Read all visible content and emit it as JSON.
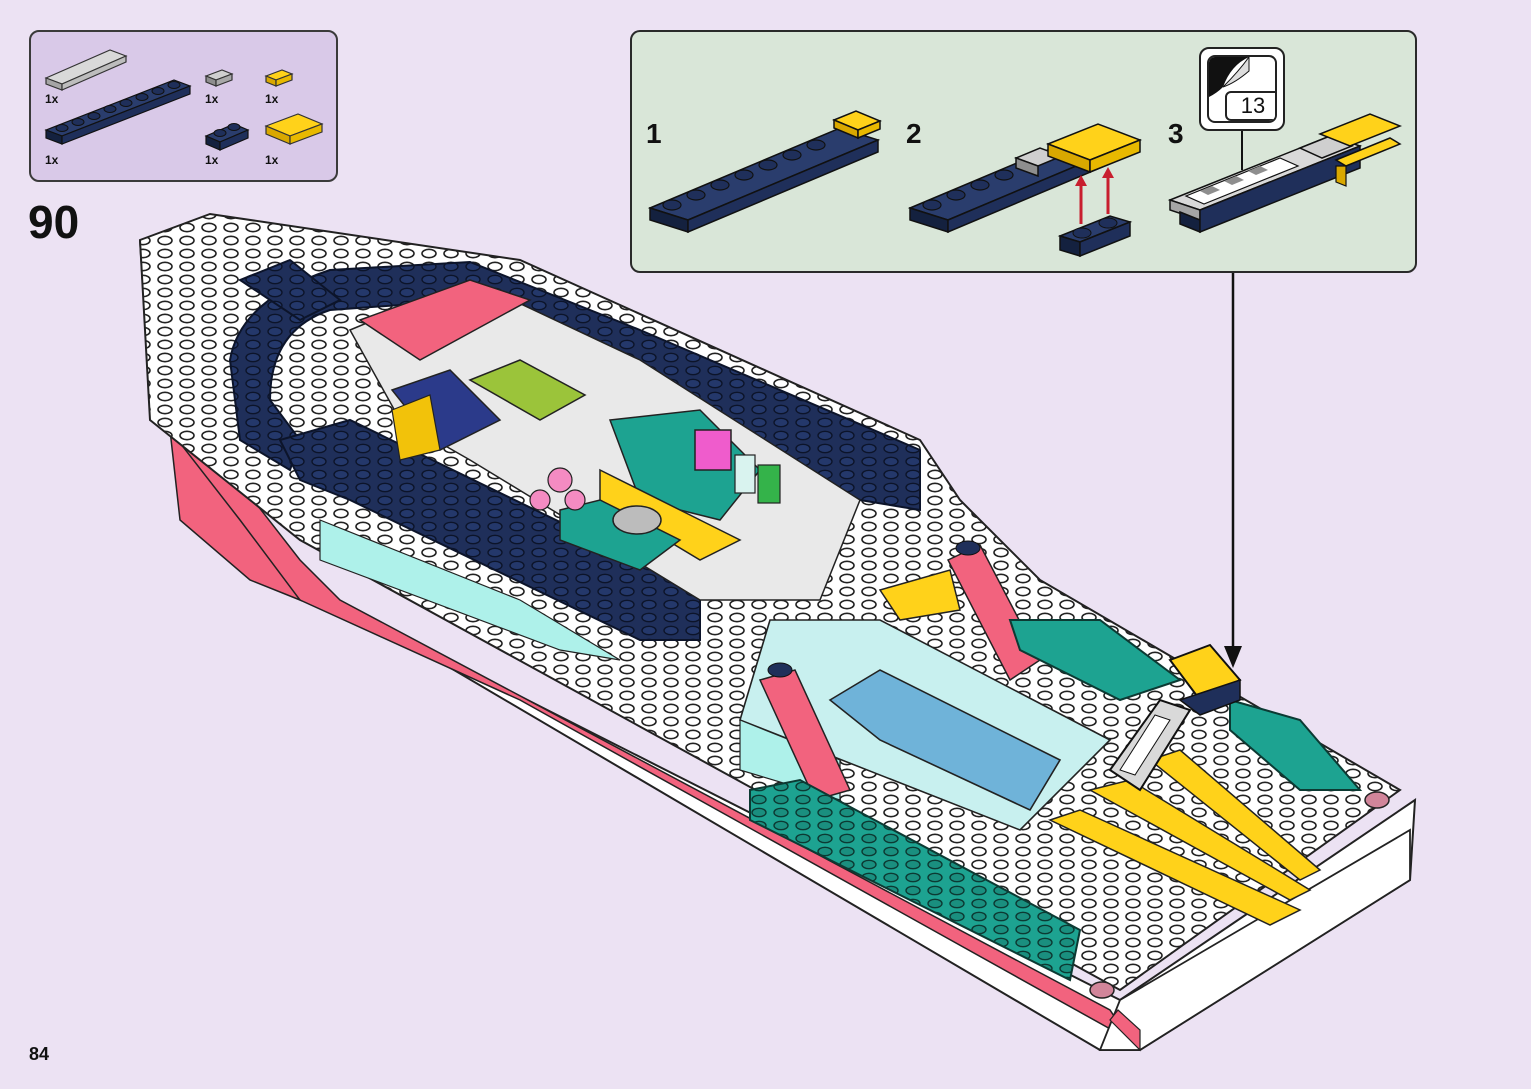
{
  "parts": [
    {
      "qty": "1x",
      "icon": "light-grey-tile-1x6"
    },
    {
      "qty": "1x",
      "icon": "grey-tile-1x1"
    },
    {
      "qty": "1x",
      "icon": "yellow-tile-1x1"
    },
    {
      "qty": "1x",
      "icon": "navy-plate-1x8"
    },
    {
      "qty": "1x",
      "icon": "navy-plate-1x2"
    },
    {
      "qty": "1x",
      "icon": "yellow-tile-2x2"
    }
  ],
  "step_number": "90",
  "substeps": [
    "1",
    "2",
    "3"
  ],
  "sticker_number": "13",
  "page_number": "84",
  "colors": {
    "background": "#ece2f3",
    "parts_box": "#d9c9e8",
    "callout_box": "#d9e6d8",
    "navy": "#1f2f5a",
    "yellow": "#ffd21a",
    "pink": "#f2637e",
    "teal": "#1da391",
    "arrow_red": "#c81e2e"
  }
}
